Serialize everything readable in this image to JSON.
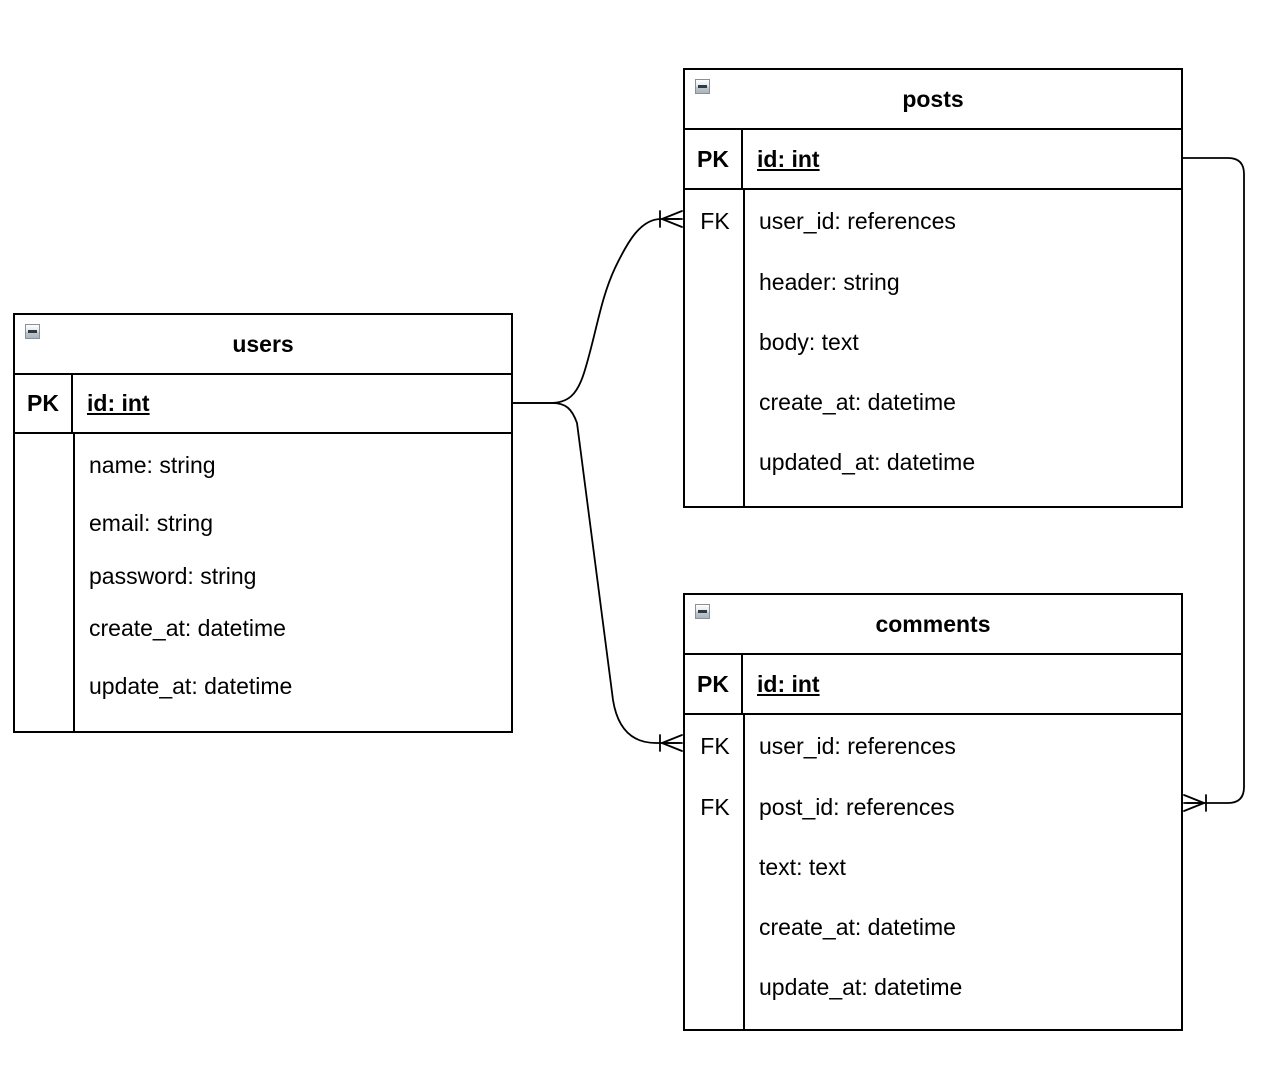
{
  "tables": {
    "users": {
      "title": "users",
      "pk": {
        "key": "PK",
        "field": "id: int"
      },
      "fields": [
        {
          "key": "",
          "label": "name: string"
        },
        {
          "key": "",
          "label": "email: string"
        },
        {
          "key": "",
          "label": "password: string"
        },
        {
          "key": "",
          "label": "create_at: datetime"
        },
        {
          "key": "",
          "label": "update_at: datetime"
        }
      ]
    },
    "posts": {
      "title": "posts",
      "pk": {
        "key": "PK",
        "field": "id: int"
      },
      "fields": [
        {
          "key": "FK",
          "label": "user_id: references"
        },
        {
          "key": "",
          "label": "header: string"
        },
        {
          "key": "",
          "label": "body: text"
        },
        {
          "key": "",
          "label": "create_at: datetime"
        },
        {
          "key": "",
          "label": "updated_at: datetime"
        }
      ]
    },
    "comments": {
      "title": "comments",
      "pk": {
        "key": "PK",
        "field": "id: int"
      },
      "fields": [
        {
          "key": "FK",
          "label": "user_id: references"
        },
        {
          "key": "FK",
          "label": "post_id: references"
        },
        {
          "key": "",
          "label": "text: text"
        },
        {
          "key": "",
          "label": "create_at: datetime"
        },
        {
          "key": "",
          "label": "update_at: datetime"
        }
      ]
    }
  },
  "relationships": [
    {
      "from": "users.id",
      "to": "posts.user_id",
      "cardinality": "one-to-many"
    },
    {
      "from": "users.id",
      "to": "comments.user_id",
      "cardinality": "one-to-many"
    },
    {
      "from": "posts.id",
      "to": "comments.post_id",
      "cardinality": "one-to-many"
    }
  ],
  "icons": {
    "collapse": "minus-square-icon"
  },
  "colors": {
    "line": "#000000",
    "background": "#ffffff",
    "collapse_border": "#8a9096"
  }
}
